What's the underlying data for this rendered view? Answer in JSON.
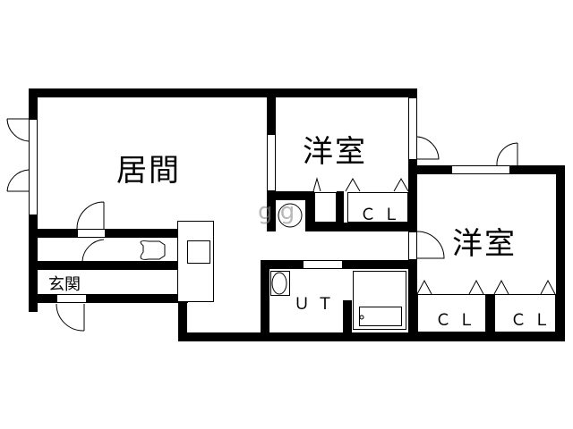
{
  "floorplan": {
    "rooms": {
      "living": {
        "label": "居間"
      },
      "bedroom1": {
        "label": "洋室"
      },
      "bedroom2": {
        "label": "洋室"
      },
      "entrance": {
        "label": "玄関"
      },
      "unit_toilet": {
        "label": "ＵＴ"
      }
    },
    "closets": [
      {
        "label": "ＣＬ"
      },
      {
        "label": "ＣＬ"
      },
      {
        "label": "ＣＬ"
      }
    ],
    "watermark": "g  g"
  },
  "colors": {
    "wall": "#000000",
    "background": "#ffffff"
  }
}
